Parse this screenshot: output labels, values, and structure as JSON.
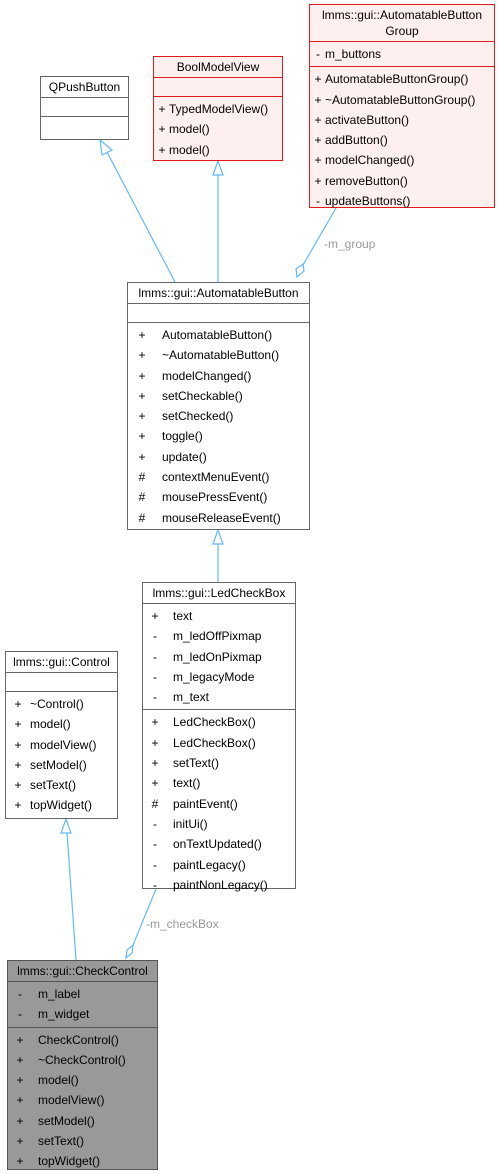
{
  "classes": {
    "qpushbutton": {
      "title": "QPushButton"
    },
    "boolmodelview": {
      "title": "BoolModelView",
      "methods": [
        {
          "vis": "+",
          "name": "TypedModelView()"
        },
        {
          "vis": "+",
          "name": "model()"
        },
        {
          "vis": "+",
          "name": "model()"
        }
      ]
    },
    "group": {
      "title": "lmms::gui::AutomatableButton\nGroup",
      "attributes": [
        {
          "vis": "-",
          "name": "m_buttons"
        }
      ],
      "methods": [
        {
          "vis": "+",
          "name": "AutomatableButtonGroup()"
        },
        {
          "vis": "+",
          "name": "~AutomatableButtonGroup()"
        },
        {
          "vis": "+",
          "name": "activateButton()"
        },
        {
          "vis": "+",
          "name": "addButton()"
        },
        {
          "vis": "+",
          "name": "modelChanged()"
        },
        {
          "vis": "+",
          "name": "removeButton()"
        },
        {
          "vis": "-",
          "name": "updateButtons()"
        }
      ]
    },
    "automatablebutton": {
      "title": "lmms::gui::AutomatableButton",
      "methods": [
        {
          "vis": "+",
          "name": "AutomatableButton()"
        },
        {
          "vis": "+",
          "name": "~AutomatableButton()"
        },
        {
          "vis": "+",
          "name": "modelChanged()"
        },
        {
          "vis": "+",
          "name": "setCheckable()"
        },
        {
          "vis": "+",
          "name": "setChecked()"
        },
        {
          "vis": "+",
          "name": "toggle()"
        },
        {
          "vis": "+",
          "name": "update()"
        },
        {
          "vis": "#",
          "name": "contextMenuEvent()"
        },
        {
          "vis": "#",
          "name": "mousePressEvent()"
        },
        {
          "vis": "#",
          "name": "mouseReleaseEvent()"
        }
      ]
    },
    "ledcheckbox": {
      "title": "lmms::gui::LedCheckBox",
      "attributes": [
        {
          "vis": "+",
          "name": "text"
        },
        {
          "vis": "-",
          "name": "m_ledOffPixmap"
        },
        {
          "vis": "-",
          "name": "m_ledOnPixmap"
        },
        {
          "vis": "-",
          "name": "m_legacyMode"
        },
        {
          "vis": "-",
          "name": "m_text"
        }
      ],
      "methods": [
        {
          "vis": "+",
          "name": "LedCheckBox()"
        },
        {
          "vis": "+",
          "name": "LedCheckBox()"
        },
        {
          "vis": "+",
          "name": "setText()"
        },
        {
          "vis": "+",
          "name": "text()"
        },
        {
          "vis": "#",
          "name": "paintEvent()"
        },
        {
          "vis": "-",
          "name": "initUi()"
        },
        {
          "vis": "-",
          "name": "onTextUpdated()"
        },
        {
          "vis": "-",
          "name": "paintLegacy()"
        },
        {
          "vis": "-",
          "name": "paintNonLegacy()"
        }
      ]
    },
    "control": {
      "title": "lmms::gui::Control",
      "methods": [
        {
          "vis": "+",
          "name": "~Control()"
        },
        {
          "vis": "+",
          "name": "model()"
        },
        {
          "vis": "+",
          "name": "modelView()"
        },
        {
          "vis": "+",
          "name": "setModel()"
        },
        {
          "vis": "+",
          "name": "setText()"
        },
        {
          "vis": "+",
          "name": "topWidget()"
        }
      ]
    },
    "checkcontrol": {
      "title": "lmms::gui::CheckControl",
      "attributes": [
        {
          "vis": "-",
          "name": "m_label"
        },
        {
          "vis": "-",
          "name": "m_widget"
        }
      ],
      "methods": [
        {
          "vis": "+",
          "name": "CheckControl()"
        },
        {
          "vis": "+",
          "name": "~CheckControl()"
        },
        {
          "vis": "+",
          "name": "model()"
        },
        {
          "vis": "+",
          "name": "modelView()"
        },
        {
          "vis": "+",
          "name": "setModel()"
        },
        {
          "vis": "+",
          "name": "setText()"
        },
        {
          "vis": "+",
          "name": "topWidget()"
        }
      ]
    }
  },
  "edges": {
    "m_group": "-m_group",
    "m_checkBox": "-m_checkBox"
  },
  "colors": {
    "inheritance": "#63b8ff",
    "composition": "#63b8ff",
    "red_border": "#e31a1c",
    "edge_label": "#9a9a9a"
  }
}
